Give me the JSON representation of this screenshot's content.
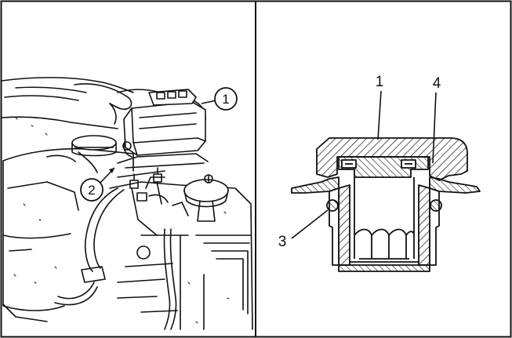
{
  "left_panel": {
    "callouts": [
      {
        "label": "1"
      },
      {
        "label": "2"
      }
    ]
  },
  "right_panel": {
    "labels": [
      {
        "label": "1"
      },
      {
        "label": "4"
      },
      {
        "label": "3"
      }
    ]
  },
  "colors": {
    "ink": "#111111",
    "paper": "#ffffff"
  }
}
